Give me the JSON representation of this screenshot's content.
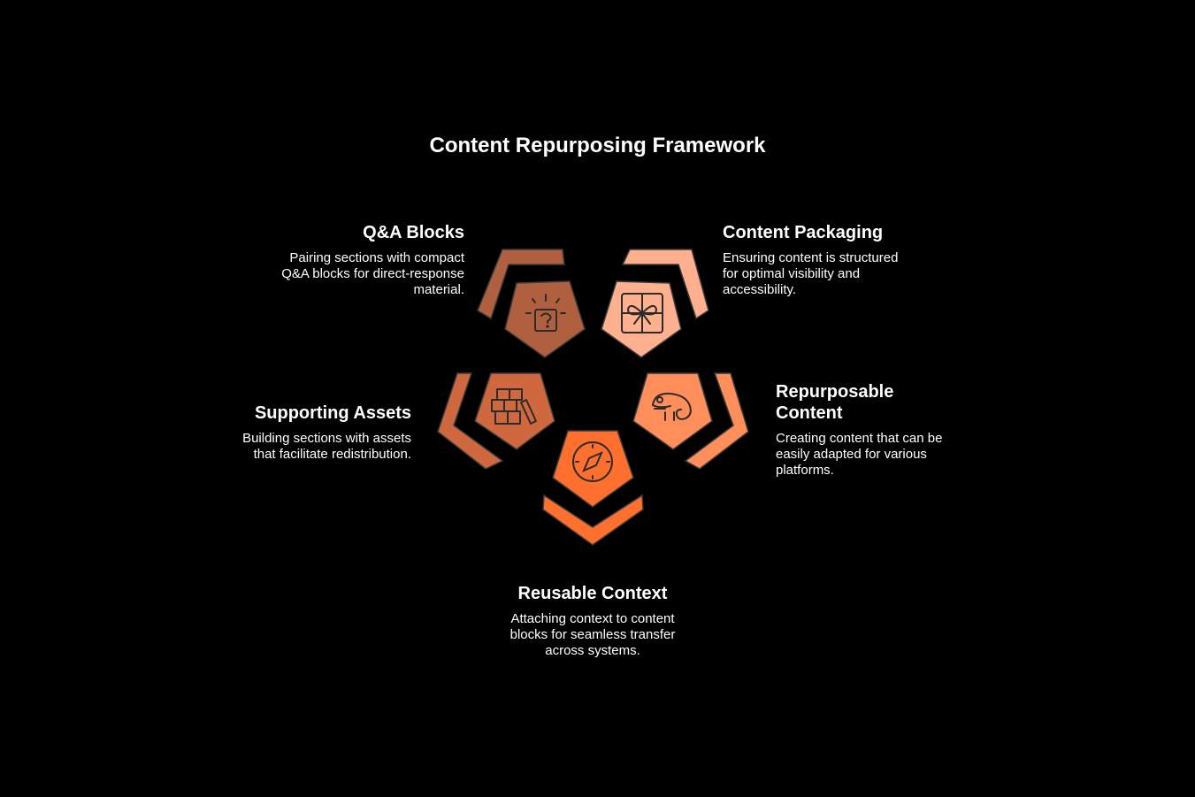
{
  "title": "Content Repurposing Framework",
  "colors": {
    "background": "#000000",
    "qa": "#b0603f",
    "packaging": "#ffb08e",
    "supporting": "#d0683f",
    "repurposable": "#ff8e5a",
    "reusable": "#ff6f2e",
    "icon_stroke": "#2b2b2b",
    "outline": "#3a3a3a"
  },
  "segments": [
    {
      "id": "qa",
      "heading": "Q&A Blocks",
      "description": "Pairing sections with compact Q&A blocks for direct-response material.",
      "icon": "question-box-icon"
    },
    {
      "id": "packaging",
      "heading": "Content Packaging",
      "description": "Ensuring content is structured for optimal visibility and accessibility.",
      "icon": "gift-box-icon"
    },
    {
      "id": "supporting",
      "heading": "Supporting Assets",
      "description": "Building sections with assets that facilitate redistribution.",
      "icon": "bricks-icon"
    },
    {
      "id": "repurposable",
      "heading": "Repurposable Content",
      "description": "Creating content that can be easily adapted for various platforms.",
      "icon": "chameleon-icon"
    },
    {
      "id": "reusable",
      "heading": "Reusable Context",
      "description": "Attaching context to content blocks for seamless transfer across systems.",
      "icon": "compass-icon"
    }
  ]
}
